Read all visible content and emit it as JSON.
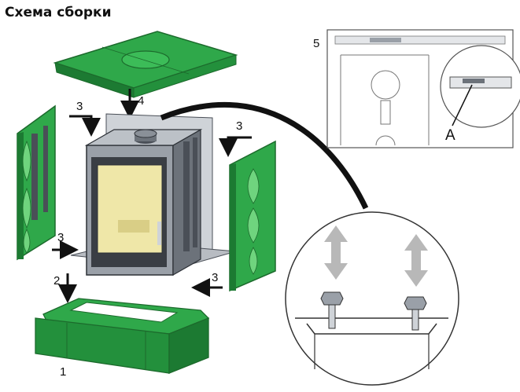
{
  "title": "Схема сборки",
  "labels": {
    "base": "1",
    "base_arrow": "2",
    "side_top_left": "3",
    "side_top_right": "3",
    "side_bottom_left": "3",
    "side_bottom_right": "3",
    "top_cover": "4",
    "inset": "5",
    "detail_a": "A"
  },
  "colors": {
    "panel_green": "#2fa84a",
    "panel_green_dark": "#1c7a32",
    "panel_green_light": "#6fd47e",
    "metal": "#9aa0a8",
    "metal_dark": "#4a4f57",
    "glass": "#efe7a8",
    "arrow": "#111111",
    "adjust_arrow": "#b8b8b8"
  }
}
